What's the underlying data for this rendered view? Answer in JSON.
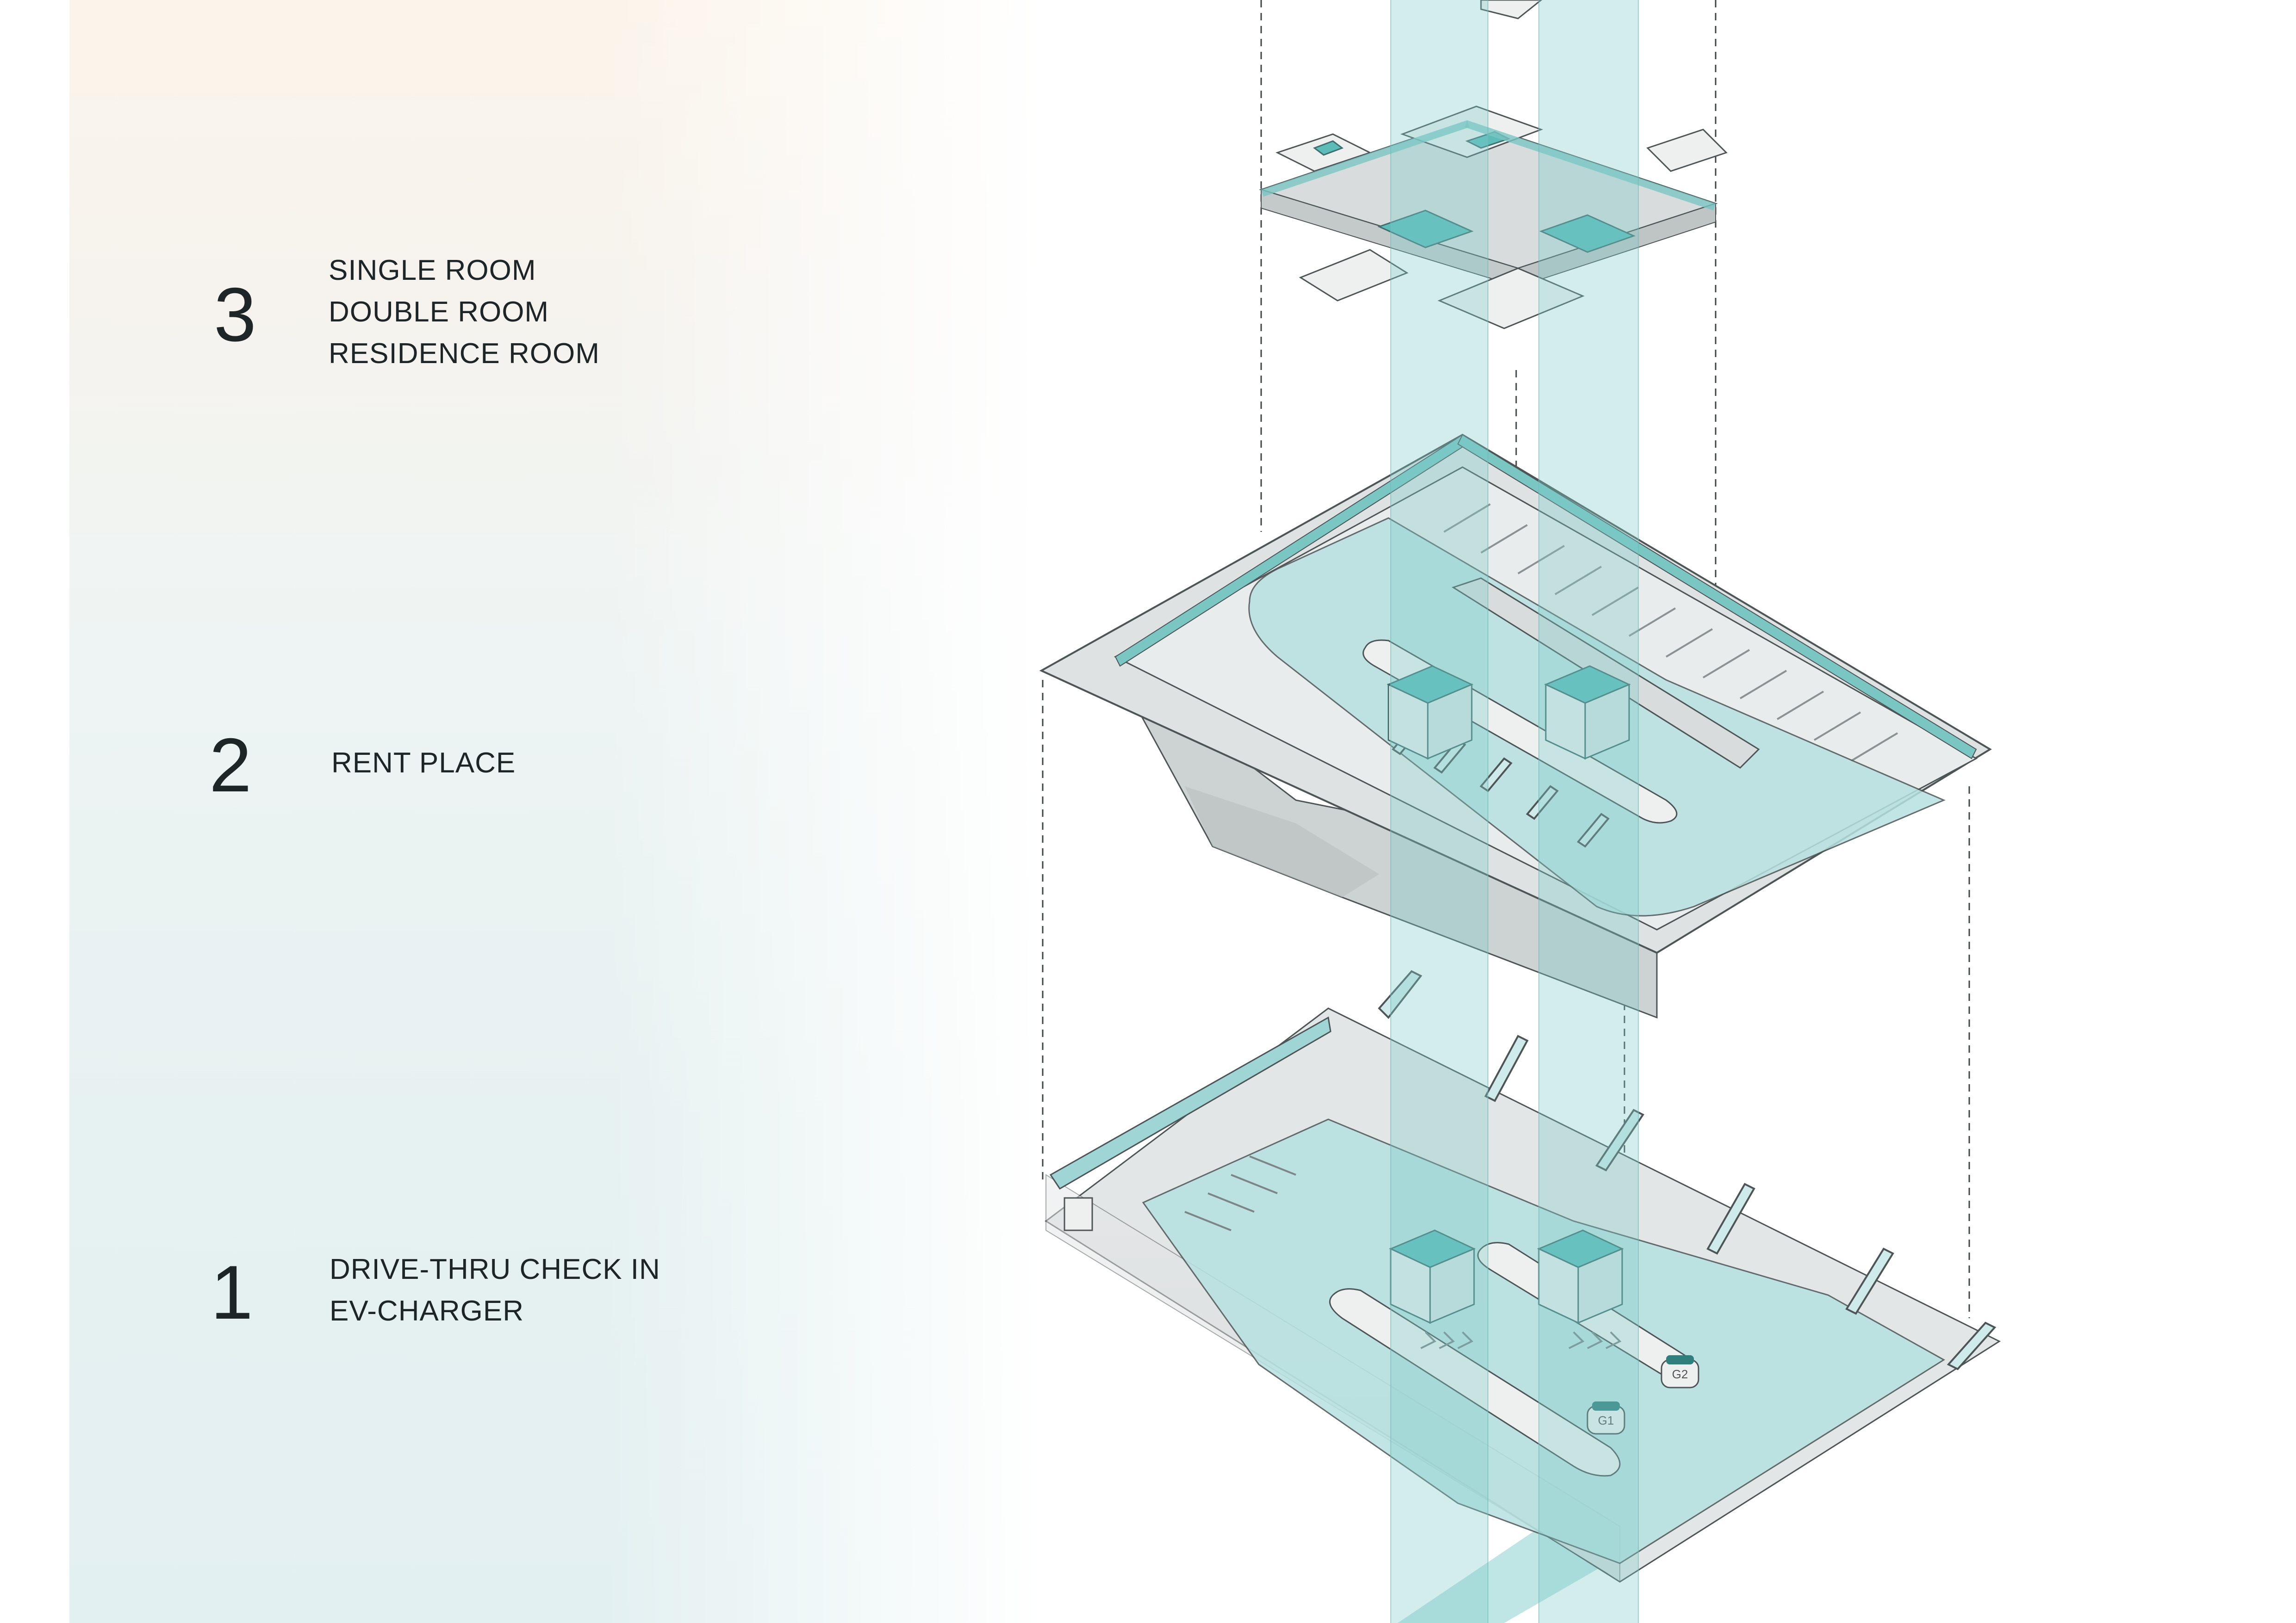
{
  "levels": [
    {
      "number": "3",
      "items": [
        "SINGLE ROOM",
        "DOUBLE ROOM",
        "RESIDENCE ROOM"
      ]
    },
    {
      "number": "2",
      "items": [
        "RENT PLACE"
      ]
    },
    {
      "number": "1",
      "items": [
        "DRIVE-THRU CHECK IN",
        "EV-CHARGER"
      ]
    }
  ],
  "charger_labels": [
    "G1",
    "G2"
  ],
  "colors": {
    "teal": "#5bbcb8",
    "teal_glass": "#a9dcdb",
    "concrete": "#dcdfe0",
    "line": "#4d5556"
  }
}
